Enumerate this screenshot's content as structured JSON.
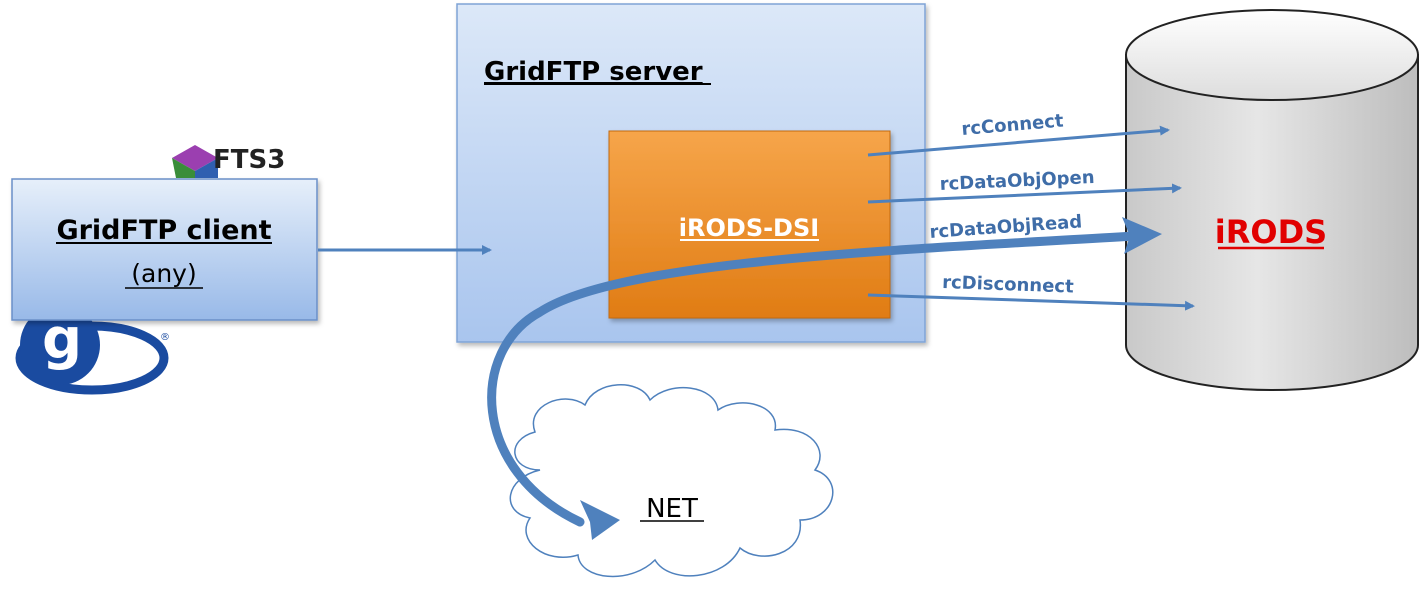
{
  "client": {
    "title": "GridFTP client",
    "subtitle": "(any)"
  },
  "server": {
    "title": "GridFTP server"
  },
  "dsi": {
    "title": "iRODS-DSI"
  },
  "irods": {
    "title": "iRODS"
  },
  "net": {
    "title": "NET"
  },
  "calls": [
    {
      "label": "rcConnect"
    },
    {
      "label": "rcDataObjOpen"
    },
    {
      "label": "rcDataObjRead"
    },
    {
      "label": "rcDisconnect"
    }
  ],
  "logos": {
    "fts_text": "FTS3",
    "globus_mark": "g",
    "registered": "®"
  },
  "colors": {
    "arrow": "#4f81bd",
    "dsi_orange": "#f39a3c",
    "irods_red": "#e10000",
    "call_label": "#3f6da8"
  }
}
